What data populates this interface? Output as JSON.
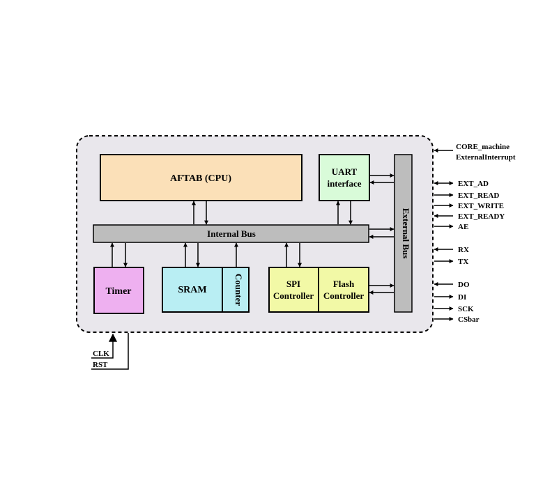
{
  "blocks": {
    "cpu": "AFTAB (CPU)",
    "uart_line1": "UART",
    "uart_line2": "interface",
    "internal_bus": "Internal Bus",
    "external_bus": "External Bus",
    "timer": "Timer",
    "sram": "SRAM",
    "counter": "Counter",
    "spi_line1": "SPI",
    "spi_line2": "Controller",
    "flash_line1": "Flash",
    "flash_line2": "Controller"
  },
  "signals": {
    "core_machine": "CORE_machine",
    "external_interrupt": "ExternalInterrupt",
    "ext_ad": "EXT_AD",
    "ext_read": "EXT_READ",
    "ext_write": "EXT_WRITE",
    "ext_ready": "EXT_READY",
    "ae": "AE",
    "rx": "RX",
    "tx": "TX",
    "do": "DO",
    "di": "DI",
    "sck": "SCK",
    "csbar": "CSbar",
    "clk": "CLK",
    "rst": "RST"
  },
  "colors": {
    "system_bg": "#e9e7ec",
    "cpu": "#fbe0b8",
    "uart": "#d9fbd9",
    "bus": "#bdbdbd",
    "timer": "#eeb0f0",
    "sram": "#b9eef3",
    "spi_flash": "#f2f9a6"
  }
}
